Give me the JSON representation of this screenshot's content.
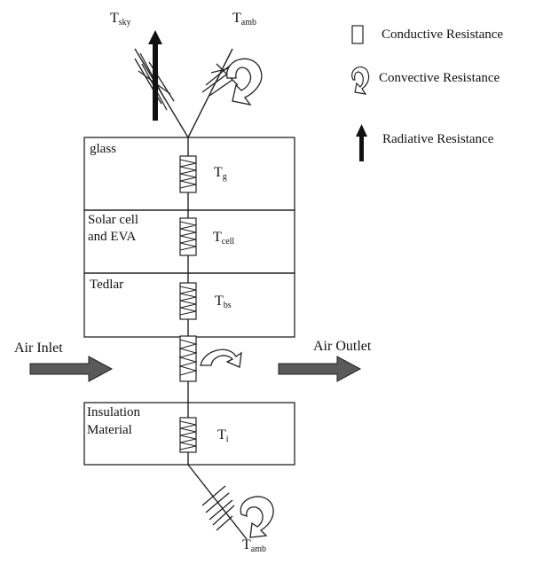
{
  "legend": {
    "conductive": "Conductive Resistance",
    "convective": "Convective Resistance",
    "radiative": "Radiative Resistance"
  },
  "layers": {
    "glass": {
      "label_1": "glass",
      "temp_main": "T",
      "temp_sub": "g"
    },
    "solar_cell": {
      "label_1": "Solar cell",
      "label_2": "and EVA",
      "temp_main": "T",
      "temp_sub": "cell"
    },
    "tedlar": {
      "label_1": "Tedlar",
      "temp_main": "T",
      "temp_sub": "bs"
    },
    "insulation": {
      "label_1": "Insulation",
      "label_2": "Material",
      "temp_main": "T",
      "temp_sub": "i"
    }
  },
  "top_nodes": {
    "sky": {
      "main": "T",
      "sub": "sky"
    },
    "amb": {
      "main": "T",
      "sub": "amb"
    }
  },
  "bottom_node": {
    "main": "T",
    "sub": "amb"
  },
  "flow": {
    "inlet": "Air Inlet",
    "outlet": "Air Outlet"
  },
  "colors": {
    "line": "#222222",
    "arrow_fill": "#5a5a5a",
    "background": "#ffffff"
  }
}
